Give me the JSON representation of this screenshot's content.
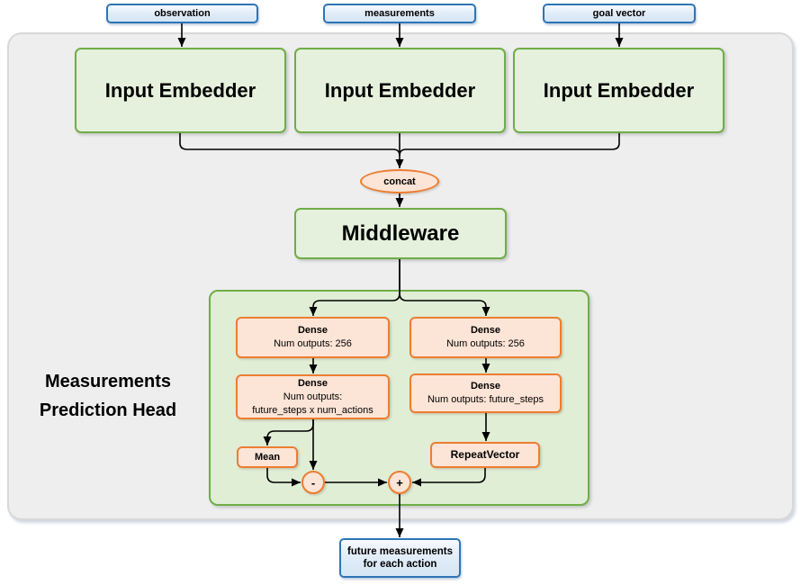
{
  "inputs": [
    {
      "label": "observation"
    },
    {
      "label": "measurements"
    },
    {
      "label": "goal vector"
    }
  ],
  "embedders": [
    {
      "label": "Input Embedder"
    },
    {
      "label": "Input Embedder"
    },
    {
      "label": "Input Embedder"
    }
  ],
  "concat": {
    "label": "concat"
  },
  "middleware": {
    "label": "Middleware"
  },
  "head": {
    "title_line1": "Measurements",
    "title_line2": "Prediction Head",
    "dense_l1_title": "Dense",
    "dense_l1_detail": "Num outputs: 256",
    "dense_r1_title": "Dense",
    "dense_r1_detail": "Num outputs: 256",
    "dense_l2_title": "Dense",
    "dense_l2_detail1": "Num outputs:",
    "dense_l2_detail2": "future_steps x num_actions",
    "dense_r2_title": "Dense",
    "dense_r2_detail": "Num outputs: future_steps",
    "mean_label": "Mean",
    "repeat_vector_label": "RepeatVector",
    "minus_label": "-",
    "plus_label": "+"
  },
  "output": {
    "line1": "future measurements",
    "line2": "for each action"
  },
  "colors": {
    "blue_border": "#2e75b6",
    "blue_fill": "#deeaf6",
    "green_border": "#70ad47",
    "green_fill": "#e2efda",
    "orange_border": "#ed7d31",
    "orange_fill": "#fce4d6",
    "panel_fill": "#eeeeef",
    "connector": "#000000"
  }
}
